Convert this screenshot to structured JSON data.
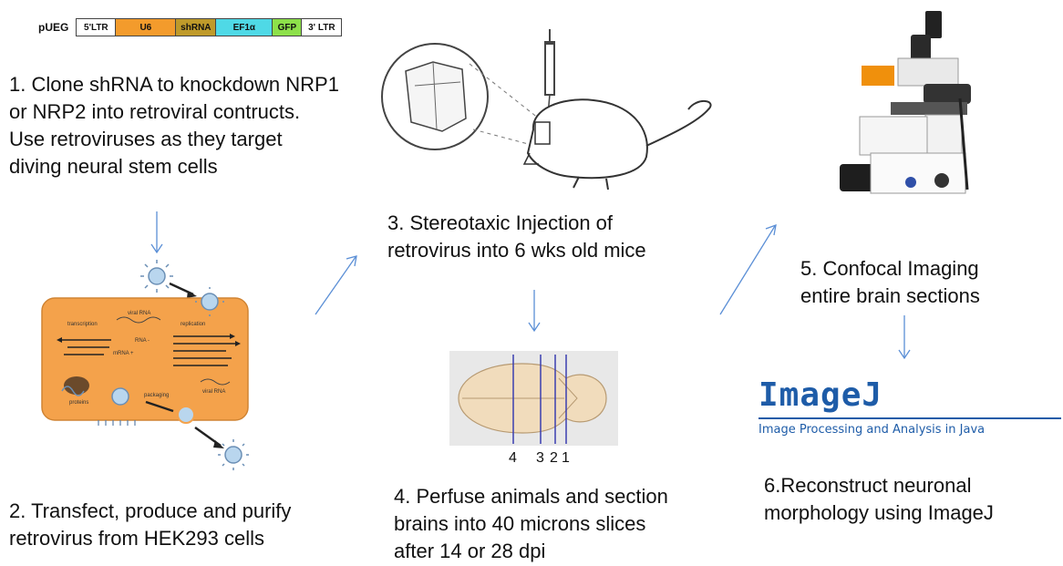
{
  "construct": {
    "name": "pUEG",
    "segments": [
      {
        "label": "5'LTR",
        "color": "#ffffff"
      },
      {
        "label": "U6",
        "color": "#f39b2c"
      },
      {
        "label": "shRNA",
        "color": "#bf9a2a"
      },
      {
        "label": "EF1α",
        "color": "#4fd9e6"
      },
      {
        "label": "GFP",
        "color": "#8de04a"
      },
      {
        "label": "3' LTR",
        "color": "#ffffff"
      }
    ]
  },
  "steps": {
    "s1": "1. Clone shRNA to knockdown NRP1\nor NRP2  into retroviral contructs.\nUse retroviruses  as they target\ndiving neural stem cells",
    "s2": "2. Transfect, produce and purify\nretrovirus from HEK293 cells",
    "s3": "3. Stereotaxic Injection of\nretrovirus into 6 wks old mice",
    "s4": "4. Perfuse animals and section\nbrains into 40 microns slices\nafter 14 or 28 dpi",
    "s5": "5. Confocal Imaging\nentire brain sections",
    "s6": "6.Reconstruct neuronal\nmorphology using ImageJ"
  },
  "cell_labels": {
    "viral_rna_top": "viral RNA",
    "transcription": "transcription",
    "replication": "replication",
    "rna_minus": "RNA -",
    "mrna_plus": "mRNA +",
    "proteins": "proteins",
    "packaging": "packaging",
    "viral_rna_bottom": "viral RNA"
  },
  "brain_labels": {
    "l4": "4",
    "l3": "3",
    "l2": "2",
    "l1": "1"
  },
  "imagej": {
    "title": "ImageJ",
    "subtitle": "Image Processing and Analysis in Java"
  },
  "colors": {
    "arrow": "#5b8fd6",
    "cell": "#f4a24b",
    "imagej": "#1e5ca8"
  }
}
